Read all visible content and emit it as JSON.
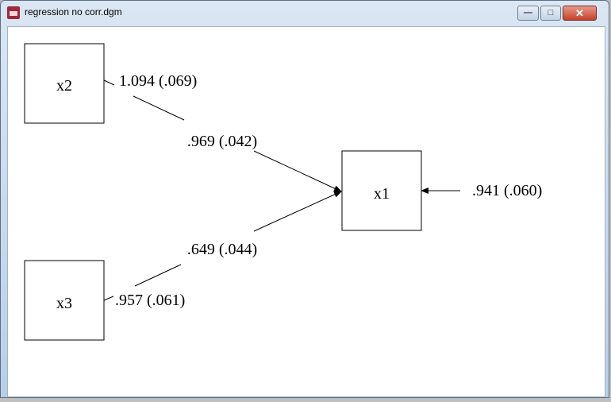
{
  "window": {
    "title": "regression no corr.dgm",
    "minimize": "—",
    "maximize": "□",
    "close": "✕"
  },
  "diagram": {
    "nodes": {
      "x1": "x1",
      "x2": "x2",
      "x3": "x3"
    },
    "labels": {
      "x2_variance": "1.094 (.069)",
      "x2_to_x1": ".969 (.042)",
      "x3_to_x1": ".649 (.044)",
      "x3_variance": ".957 (.061)",
      "x1_residual": ".941 (.060)"
    }
  }
}
